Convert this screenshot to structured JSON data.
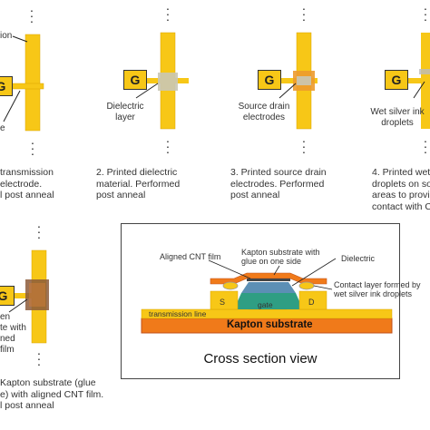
{
  "colors": {
    "electrode": "#f7c717",
    "electrode_dark": "#e4a90c",
    "dielectric": "#c9c6b5",
    "source_drain": "#ec9a2d",
    "kapton": "#f07a1a",
    "kapton_dark": "#c0501a",
    "cnt": "#8c5a3a",
    "dielectric_blue": "#5c8fb5",
    "dielectric_green": "#2f9e83"
  },
  "step1": {
    "top_label": "ion",
    "left_label": "e",
    "g_label": "G",
    "caption_lines": [
      "transmission",
      "electrode.",
      "l post anneal"
    ]
  },
  "step2": {
    "g_label": "G",
    "label_lines": [
      "Dielectric",
      "layer"
    ],
    "caption_lines": [
      "2. Printed dielectric",
      "material. Performed",
      "post anneal"
    ]
  },
  "step3": {
    "g_label": "G",
    "label_lines": [
      "Source drain",
      "electrodes"
    ],
    "caption_lines": [
      "3. Printed source drain",
      "electrodes. Performed",
      "post anneal"
    ]
  },
  "step4": {
    "g_label": "G",
    "label_lines": [
      "Wet silver ink",
      "droplets"
    ],
    "caption_lines": [
      "4. Printed wet",
      "droplets on so",
      "areas to provi",
      "contact with C"
    ]
  },
  "step5": {
    "g_label": "G",
    "side_label_lines": [
      "en",
      "te with",
      "ned",
      "film"
    ],
    "caption_lines": [
      "Kapton substrate (glue",
      "e) with aligned CNT film.",
      "l post anneal"
    ]
  },
  "cross_section": {
    "title": "Cross section view",
    "labels": {
      "aligned_cnt": "Aligned CNT film",
      "kapton_glue": [
        "Kapton substrate with",
        "glue on one side"
      ],
      "dielectric": "Dielectric",
      "contact_layer": [
        "Contact layer formed by",
        "wet silver ink droplets"
      ],
      "transmission_line": "transmission line",
      "s": "S",
      "gate": "gate",
      "d": "D",
      "kapton_substrate": "Kapton substrate"
    }
  }
}
